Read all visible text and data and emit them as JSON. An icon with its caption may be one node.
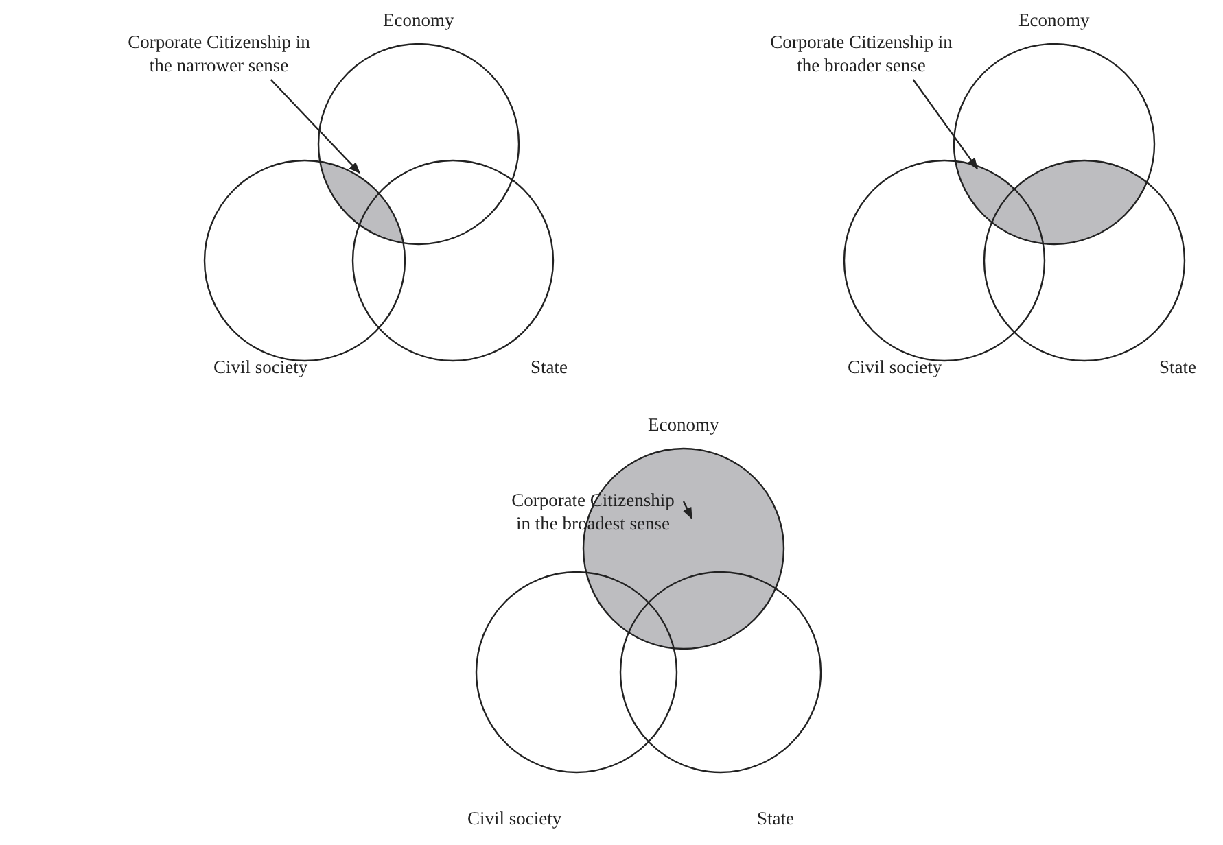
{
  "diagram": {
    "nodes": [
      {
        "text": [
          "Economy"
        ]
      },
      {
        "text": [
          "Civil society"
        ]
      },
      {
        "text": [
          "State"
        ]
      },
      {
        "text": [
          "Corporate Citizenship in the narrower sense"
        ]
      },
      {
        "text": [
          "Economy"
        ]
      },
      {
        "text": [
          "Civil society"
        ]
      },
      {
        "text": [
          "State"
        ]
      },
      {
        "text": [
          "Corporate Citizenship in the broader sense"
        ]
      },
      {
        "text": [
          "Economy"
        ]
      },
      {
        "text": [
          "Civil society"
        ]
      },
      {
        "text": [
          "State"
        ]
      },
      {
        "text": [
          "Corporate Citizenship in the broadest sense"
        ]
      },
      {
        "text": [],
        "shape": "region"
      },
      {
        "text": [],
        "shape": "region"
      }
    ],
    "edges": [
      {
        "from": 3,
        "to": 12,
        "arrow": "to"
      },
      {
        "from": 7,
        "to": 13,
        "arrow": "to"
      },
      {
        "from": 11,
        "to": 8,
        "arrow": "to"
      }
    ]
  }
}
